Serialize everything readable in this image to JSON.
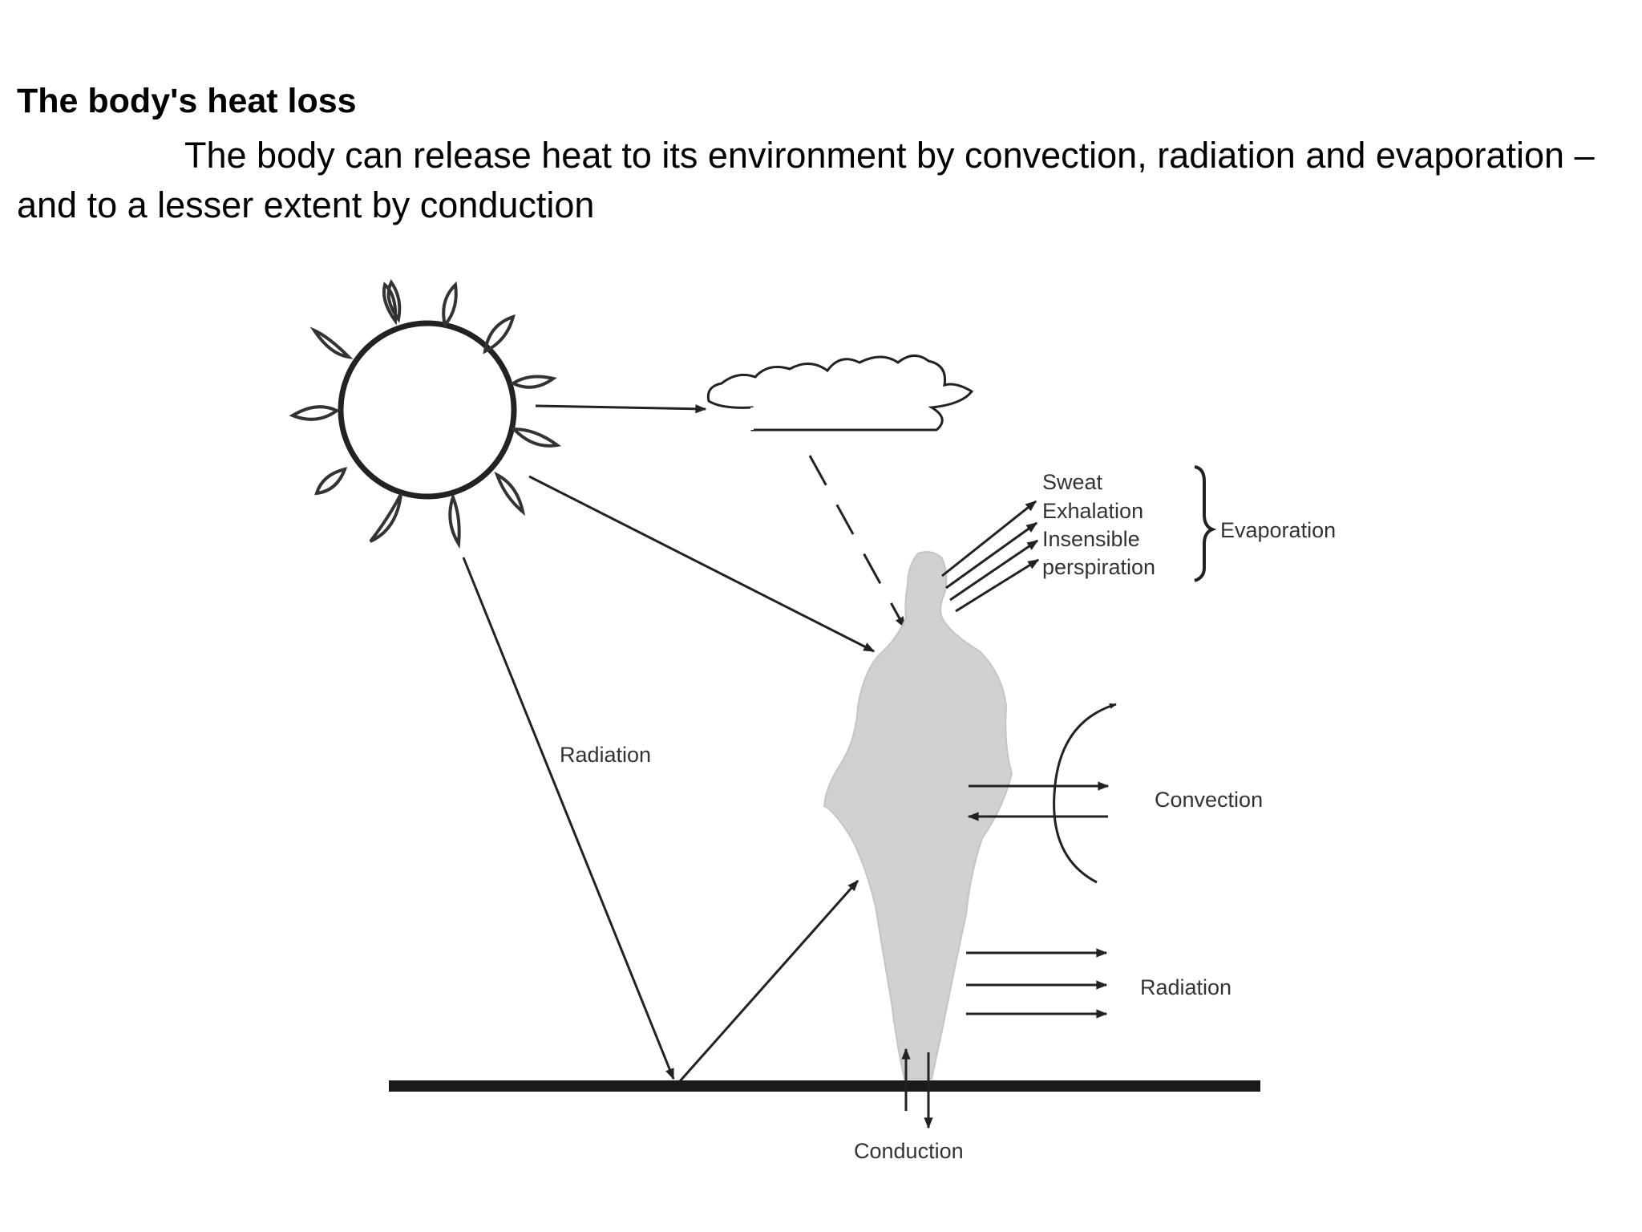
{
  "title": "The body's heat loss",
  "body": "The body can release heat to its environment by convection, radiation and evaporation – and to a lesser extent by conduction",
  "diagram": {
    "evaporation_sources": [
      "Sweat",
      "Exhalation",
      "Insensible",
      "perspiration"
    ],
    "evaporation_label": "Evaporation",
    "radiation_incoming_label": "Radiation",
    "convection_label": "Convection",
    "radiation_outgoing_label": "Radiation",
    "conduction_label": "Conduction"
  },
  "colors": {
    "ink": "#222222",
    "body_silhouette": "#cfcfcf",
    "label_text": "#333333"
  }
}
